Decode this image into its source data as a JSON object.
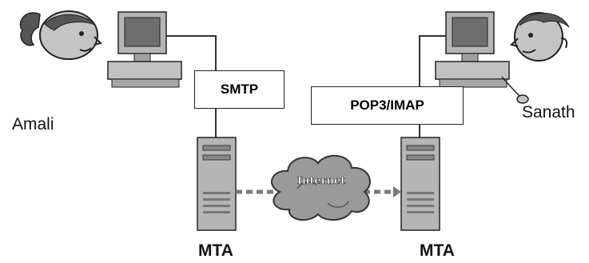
{
  "users": {
    "sender": {
      "name": "Amali"
    },
    "receiver": {
      "name": "Sanath"
    }
  },
  "protocols": {
    "send": "SMTP",
    "receive": "POP3/IMAP"
  },
  "servers": {
    "left": "MTA",
    "right": "MTA"
  },
  "network": {
    "label": "Internet"
  },
  "colors": {
    "line": "#333333",
    "pc_body": "#b5b5b5",
    "pc_screen": "#6e6e6e",
    "cloud": "#9a9a9a",
    "dashed_link": "#7a7a7a"
  }
}
